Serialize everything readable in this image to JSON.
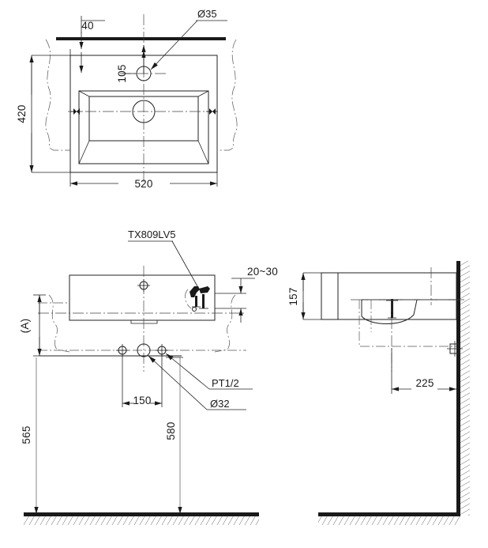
{
  "drawing": {
    "title": "TOTO wall-hung lavatory installation drawing",
    "units": "mm",
    "views": [
      {
        "name": "top-view",
        "label": ""
      },
      {
        "name": "front-view",
        "label": ""
      },
      {
        "name": "side-view",
        "label": ""
      }
    ]
  },
  "top_view": {
    "dim_40": "40",
    "dim_105": "105",
    "dim_420": "420",
    "dim_520": "520",
    "note_d35": "Ø35"
  },
  "front_view": {
    "note_faucet": "TX809LV5",
    "dim_20_30": "20~30",
    "label_a": "(A)",
    "dim_150": "150",
    "dim_565": "565",
    "dim_580": "580",
    "note_pt": "PT1/2",
    "note_d32": "Ø32"
  },
  "side_view": {
    "dim_157": "157",
    "dim_225": "225"
  },
  "colors": {
    "line": "#222222",
    "heavy": "#1a1a1a",
    "center": "#444444",
    "paper": "#ffffff"
  }
}
